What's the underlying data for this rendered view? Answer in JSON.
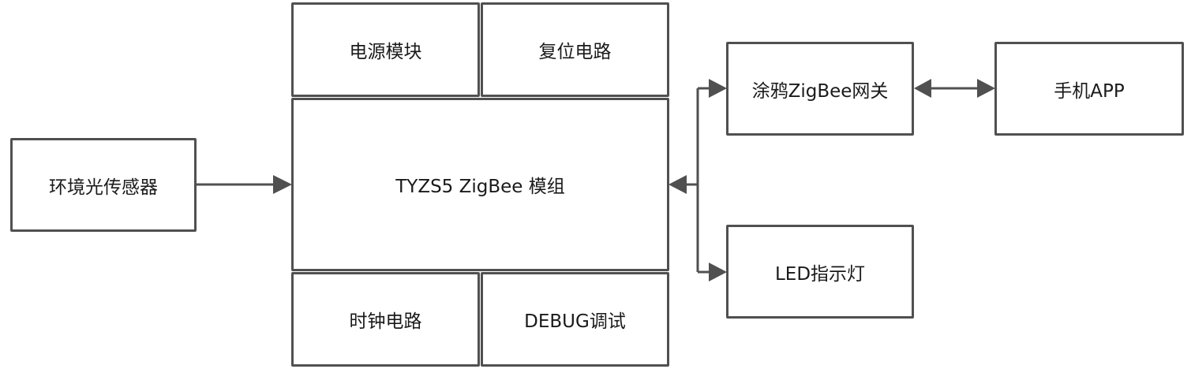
{
  "blocks": {
    "sensor": "环境光传感器",
    "power": "电源模块",
    "reset": "复位电路",
    "module": "TYZS5 ZigBee 模组",
    "clock": "时钟电路",
    "debug": "DEBUG调试",
    "gateway": "涂鸦ZigBee网关",
    "app": "手机APP",
    "led": "LED指示灯"
  },
  "colors": {
    "border": "#505050",
    "arrow": "#505050",
    "text": "#1a1a1a",
    "background": "#ffffff"
  }
}
